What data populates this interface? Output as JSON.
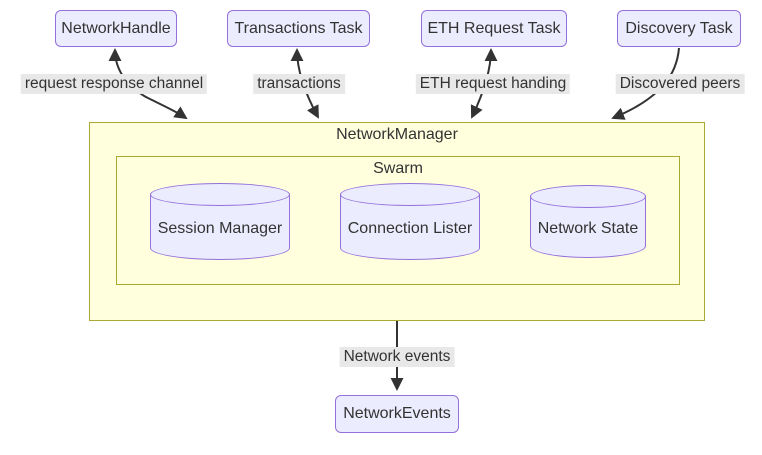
{
  "nodes": {
    "network_handle": {
      "label": "NetworkHandle"
    },
    "transactions_task": {
      "label": "Transactions Task"
    },
    "eth_request_task": {
      "label": "ETH Request Task"
    },
    "discovery_task": {
      "label": "Discovery Task"
    },
    "network_manager": {
      "label": "NetworkManager"
    },
    "swarm": {
      "label": "Swarm"
    },
    "session_manager": {
      "label": "Session Manager"
    },
    "connection_lister": {
      "label": "Connection Lister"
    },
    "network_state": {
      "label": "Network State"
    },
    "network_events": {
      "label": "NetworkEvents"
    }
  },
  "edges": {
    "request_response": {
      "label": "request response channel",
      "direction": "bidirectional"
    },
    "transactions": {
      "label": "transactions",
      "direction": "bidirectional"
    },
    "eth_request": {
      "label": "ETH request handing",
      "direction": "bidirectional"
    },
    "discovered_peers": {
      "label": "Discovered peers",
      "direction": "to-network-manager"
    },
    "network_events": {
      "label": "Network events",
      "direction": "to-network-events"
    }
  },
  "colors": {
    "node_fill": "#ECECFF",
    "node_border": "#9370DB",
    "cluster_fill": "#FFFFDE",
    "cluster_border": "#AAAA33",
    "edge_stroke": "#333333",
    "edge_label_bg": "#E8E8E8",
    "text": "#333333"
  }
}
